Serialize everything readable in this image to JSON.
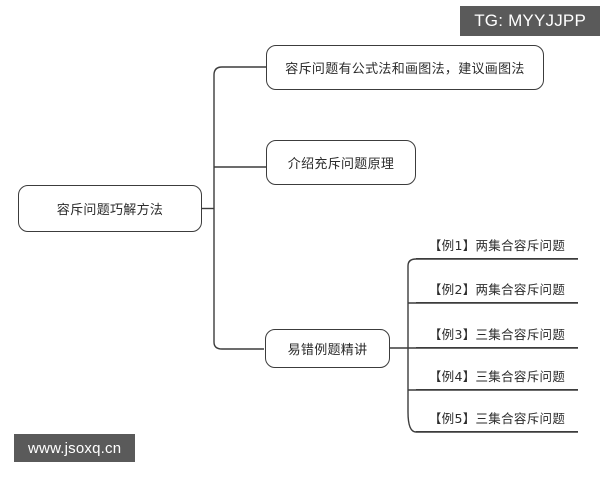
{
  "diagram": {
    "type": "mindmap",
    "root": {
      "label": "容斥问题巧解方法"
    },
    "branches": [
      {
        "label": "容斥问题有公式法和画图法，建议画图法"
      },
      {
        "label": "介绍充斥问题原理"
      },
      {
        "label": "易错例题精讲"
      }
    ],
    "leaves": [
      {
        "label": "【例1】两集合容斥问题"
      },
      {
        "label": "【例2】两集合容斥问题"
      },
      {
        "label": "【例3】三集合容斥问题"
      },
      {
        "label": "【例4】三集合容斥问题"
      },
      {
        "label": "【例5】三集合容斥问题"
      }
    ]
  },
  "overlays": {
    "tg_badge": "TG: MYYJJPP",
    "site_watermark": "www.jsoxq.cn"
  },
  "colors": {
    "stroke": "#3c3c3c",
    "text": "#2b2b2b",
    "background": "#ffffff",
    "watermark_bg": "#5a5a5a",
    "watermark_text": "#ffffff"
  }
}
